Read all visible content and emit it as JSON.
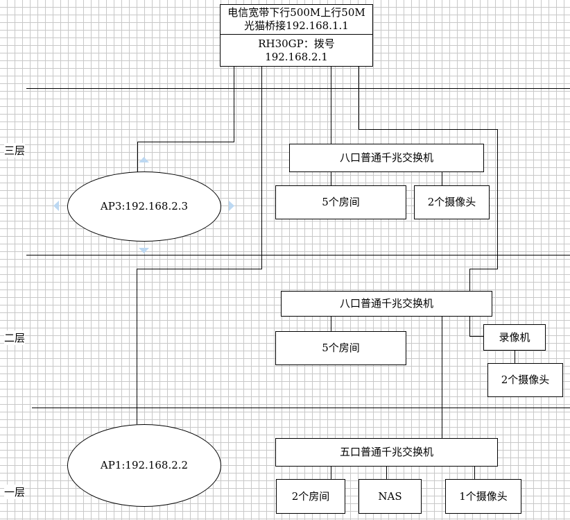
{
  "modem": {
    "line1": "电信宽带下行500M上行50M",
    "line2": "光猫桥接192.168.1.1"
  },
  "router": {
    "line1": "RH30GP：拨号",
    "line2": "192.168.2.1"
  },
  "floors": {
    "third": "三层",
    "second": "二层",
    "first": "一层"
  },
  "third_floor": {
    "ap": "AP3:192.168.2.3",
    "switch": "八口普通千兆交换机",
    "rooms": "5个房间",
    "cameras": "2个摄像头"
  },
  "second_floor": {
    "switch": "八口普通千兆交换机",
    "rooms": "5个房间",
    "recorder": "录像机",
    "cameras": "2个摄像头"
  },
  "first_floor": {
    "ap": "AP1:192.168.2.2",
    "switch": "五口普通千兆交换机",
    "rooms": "2个房间",
    "nas": "NAS",
    "camera": "1个摄像头"
  },
  "colors": {
    "line": "#000000",
    "grid": "#c8c8c8",
    "selection_handle": "#bcd8f2"
  }
}
